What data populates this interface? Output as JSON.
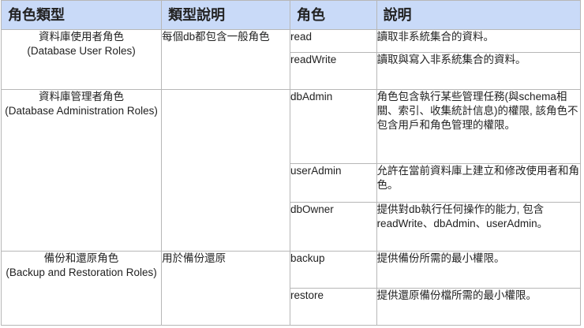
{
  "header": {
    "col1": "角色類型",
    "col2": "類型說明",
    "col3": "角色",
    "col4": "說明"
  },
  "groups": [
    {
      "type_zh": "資料庫使用者角色",
      "type_en": "(Database User Roles)",
      "type_desc": "每個db都包含一般角色",
      "roles": [
        {
          "name": "read",
          "desc": "讀取非系統集合的資料。"
        },
        {
          "name": "readWrite",
          "desc": "讀取與寫入非系統集合的資料。"
        }
      ]
    },
    {
      "type_zh": "資料庫管理者角色",
      "type_en": "(Database Administration Roles)",
      "type_desc": "",
      "roles": [
        {
          "name": "dbAdmin",
          "desc": "角色包含執行某些管理任務(與schema相關、索引、收集統計信息)的權限, 該角色不包含用戶和角色管理的權限。"
        },
        {
          "name": "userAdmin",
          "desc": "允許在當前資料庫上建立和修改使用者和角色。"
        },
        {
          "name": "dbOwner",
          "desc": "提供對db執行任何操作的能力, 包含readWrite、dbAdmin、userAdmin。"
        }
      ]
    },
    {
      "type_zh": "備份和還原角色",
      "type_en": "(Backup and Restoration Roles)",
      "type_desc": "用於備份還原",
      "roles": [
        {
          "name": "backup",
          "desc": "提供備份所需的最小權限。"
        },
        {
          "name": "restore",
          "desc": "提供還原備份檔所需的最小權限。"
        }
      ]
    }
  ],
  "colors": {
    "header_bg": "#c9daf8",
    "border": "#b7b7b7"
  }
}
